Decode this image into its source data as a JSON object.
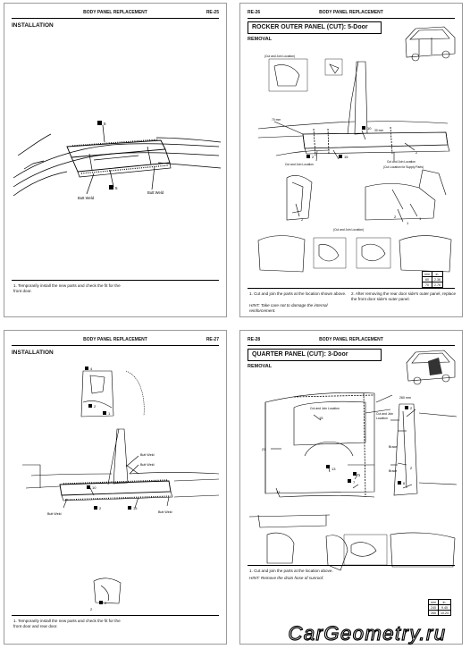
{
  "pages": [
    {
      "header_left": "",
      "header_center": "BODY PANEL REPLACEMENT",
      "header_right": "RE-25",
      "title": "INSTALLATION",
      "labels": {
        "num_a": "5",
        "num_b": "5",
        "butt_weld": "Butt Weld",
        "butt_weld_2": "Butt Weld"
      },
      "notes": [
        "1.   Temporarily install the new parts and check the fit for the front door."
      ]
    },
    {
      "header_left": "RE-26",
      "header_center": "BODY PANEL REPLACEMENT",
      "header_right": "",
      "title": "ROCKER OUTER PANEL (CUT): 5-Door",
      "subtitle": "REMOVAL",
      "labels": {
        "cut_join_a": "(Cut and Join Location)",
        "mm_70": "70 mm",
        "mm_30": "30 mm",
        "num_10": "10",
        "num_2": "2",
        "num_15": "15",
        "num_2b": "2",
        "cut_join_b": "Cut and Join Location",
        "cut_join_c": "Cut and Join Location",
        "cut_join_d": "(Cut Location for Supply Parts)",
        "num_1": "1",
        "num_2c": "2",
        "num_2d": "2",
        "num_1b": "1",
        "cut_join_e": "(Cut and Join Location)"
      },
      "table": [
        [
          "mm",
          "in."
        ],
        [
          "60",
          "2.36"
        ],
        [
          "70",
          "2.76"
        ]
      ],
      "notes": [
        "1.   Cut and join the parts at the location shown above.",
        "2.   After removing the rear door side's outer panel, replace the front door side's outer panel."
      ],
      "hint": "HINT: Take care not to damage the internal reinforcement."
    },
    {
      "header_left": "",
      "header_center": "BODY PANEL REPLACEMENT",
      "header_right": "RE-27",
      "title": "INSTALLATION",
      "labels": {
        "num_4": "4",
        "num_2": "2",
        "num_1": "1",
        "butt_weld_a": "Butt Weld",
        "butt_weld_b": "Butt Weld",
        "num_10": "10",
        "num_2b": "2",
        "num_15": "15",
        "butt_weld_c": "Butt Weld",
        "butt_weld_d": "Butt Weld",
        "num_2c": "2",
        "num_2d": "2"
      },
      "notes": [
        "1.   Temporarily install the new parts and check the fit for the front door and rear door."
      ]
    },
    {
      "header_left": "RE-28",
      "header_center": "BODY PANEL REPLACEMENT",
      "header_right": "",
      "title": "QUARTER PANEL (CUT): 3-Door",
      "subtitle": "REMOVAL",
      "labels": {
        "mm_260": "260 mm",
        "cut_join_a": "Cut and Join Location",
        "num_15": "15",
        "cut_join_b": "Cut and Join",
        "location": "Location",
        "num_2": "2",
        "num_21": "21",
        "brace": "Brace",
        "num_13": "13",
        "num_3": "3",
        "num_7": "7",
        "num_17": "17",
        "brace_2": "Brace",
        "num_2b": "2",
        "num_6": "6"
      },
      "table": [
        [
          "mm",
          "in."
        ],
        [
          "240",
          "9.45"
        ],
        [
          "260",
          "10.24"
        ]
      ],
      "notes": [
        "1.   Cut and join the parts at the location above."
      ],
      "hint": "HINT: Remove the drain hose of sunroof."
    }
  ],
  "watermark": "CarGeometry.ru"
}
